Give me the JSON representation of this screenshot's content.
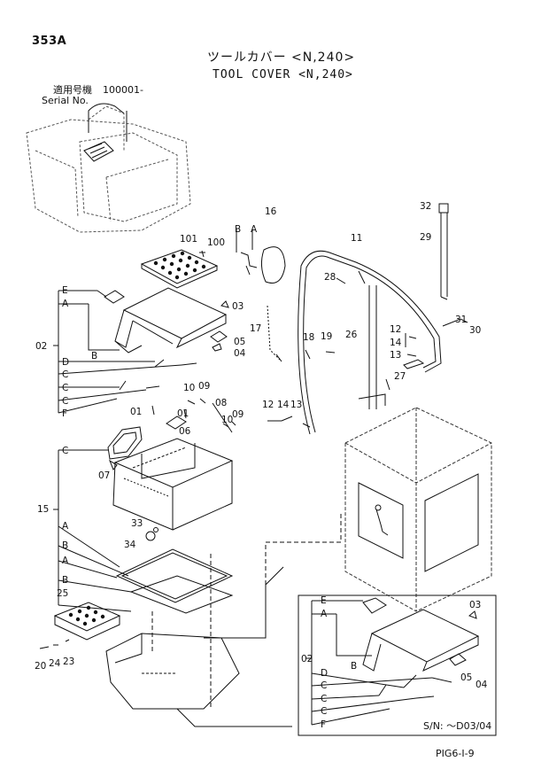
{
  "page_code": "353A",
  "title_jp": "ツールカバー <N,240>",
  "title_en": "TOOL COVER <N,240>",
  "serial": {
    "label_jp": "適用号機",
    "value": "100001-",
    "label_en": "Serial No."
  },
  "part_numbers": {
    "p16": "16",
    "p101": "101",
    "p100": "100",
    "p11": "11",
    "p32": "32",
    "p29": "29",
    "p28": "28",
    "p03": "03",
    "p02": "02",
    "p05": "05",
    "p04": "04",
    "p17": "17",
    "p18": "18",
    "p19": "19",
    "p26": "26",
    "p12": "12",
    "p14": "14",
    "p13": "13",
    "p31": "31",
    "p30": "30",
    "p27": "27",
    "p10a": "10",
    "p09a": "09",
    "p08": "08",
    "p10b": "10",
    "p09b": "09",
    "p01a": "01",
    "p01b": "01",
    "p06": "06",
    "p12b": "12",
    "p14b": "14",
    "p13b": "13",
    "p07": "07",
    "p15": "15",
    "p33": "33",
    "p34": "34",
    "p25": "25",
    "p20": "20",
    "p24": "24",
    "p23": "23",
    "in03": "03",
    "in02": "02",
    "in05": "05",
    "in04": "04"
  },
  "letters": {
    "E": "E",
    "A": "A",
    "B": "B",
    "C": "C",
    "D": "D",
    "F": "F"
  },
  "inset_note": "S/N: ～D03/04",
  "footer_code": "PIG6-I-9"
}
